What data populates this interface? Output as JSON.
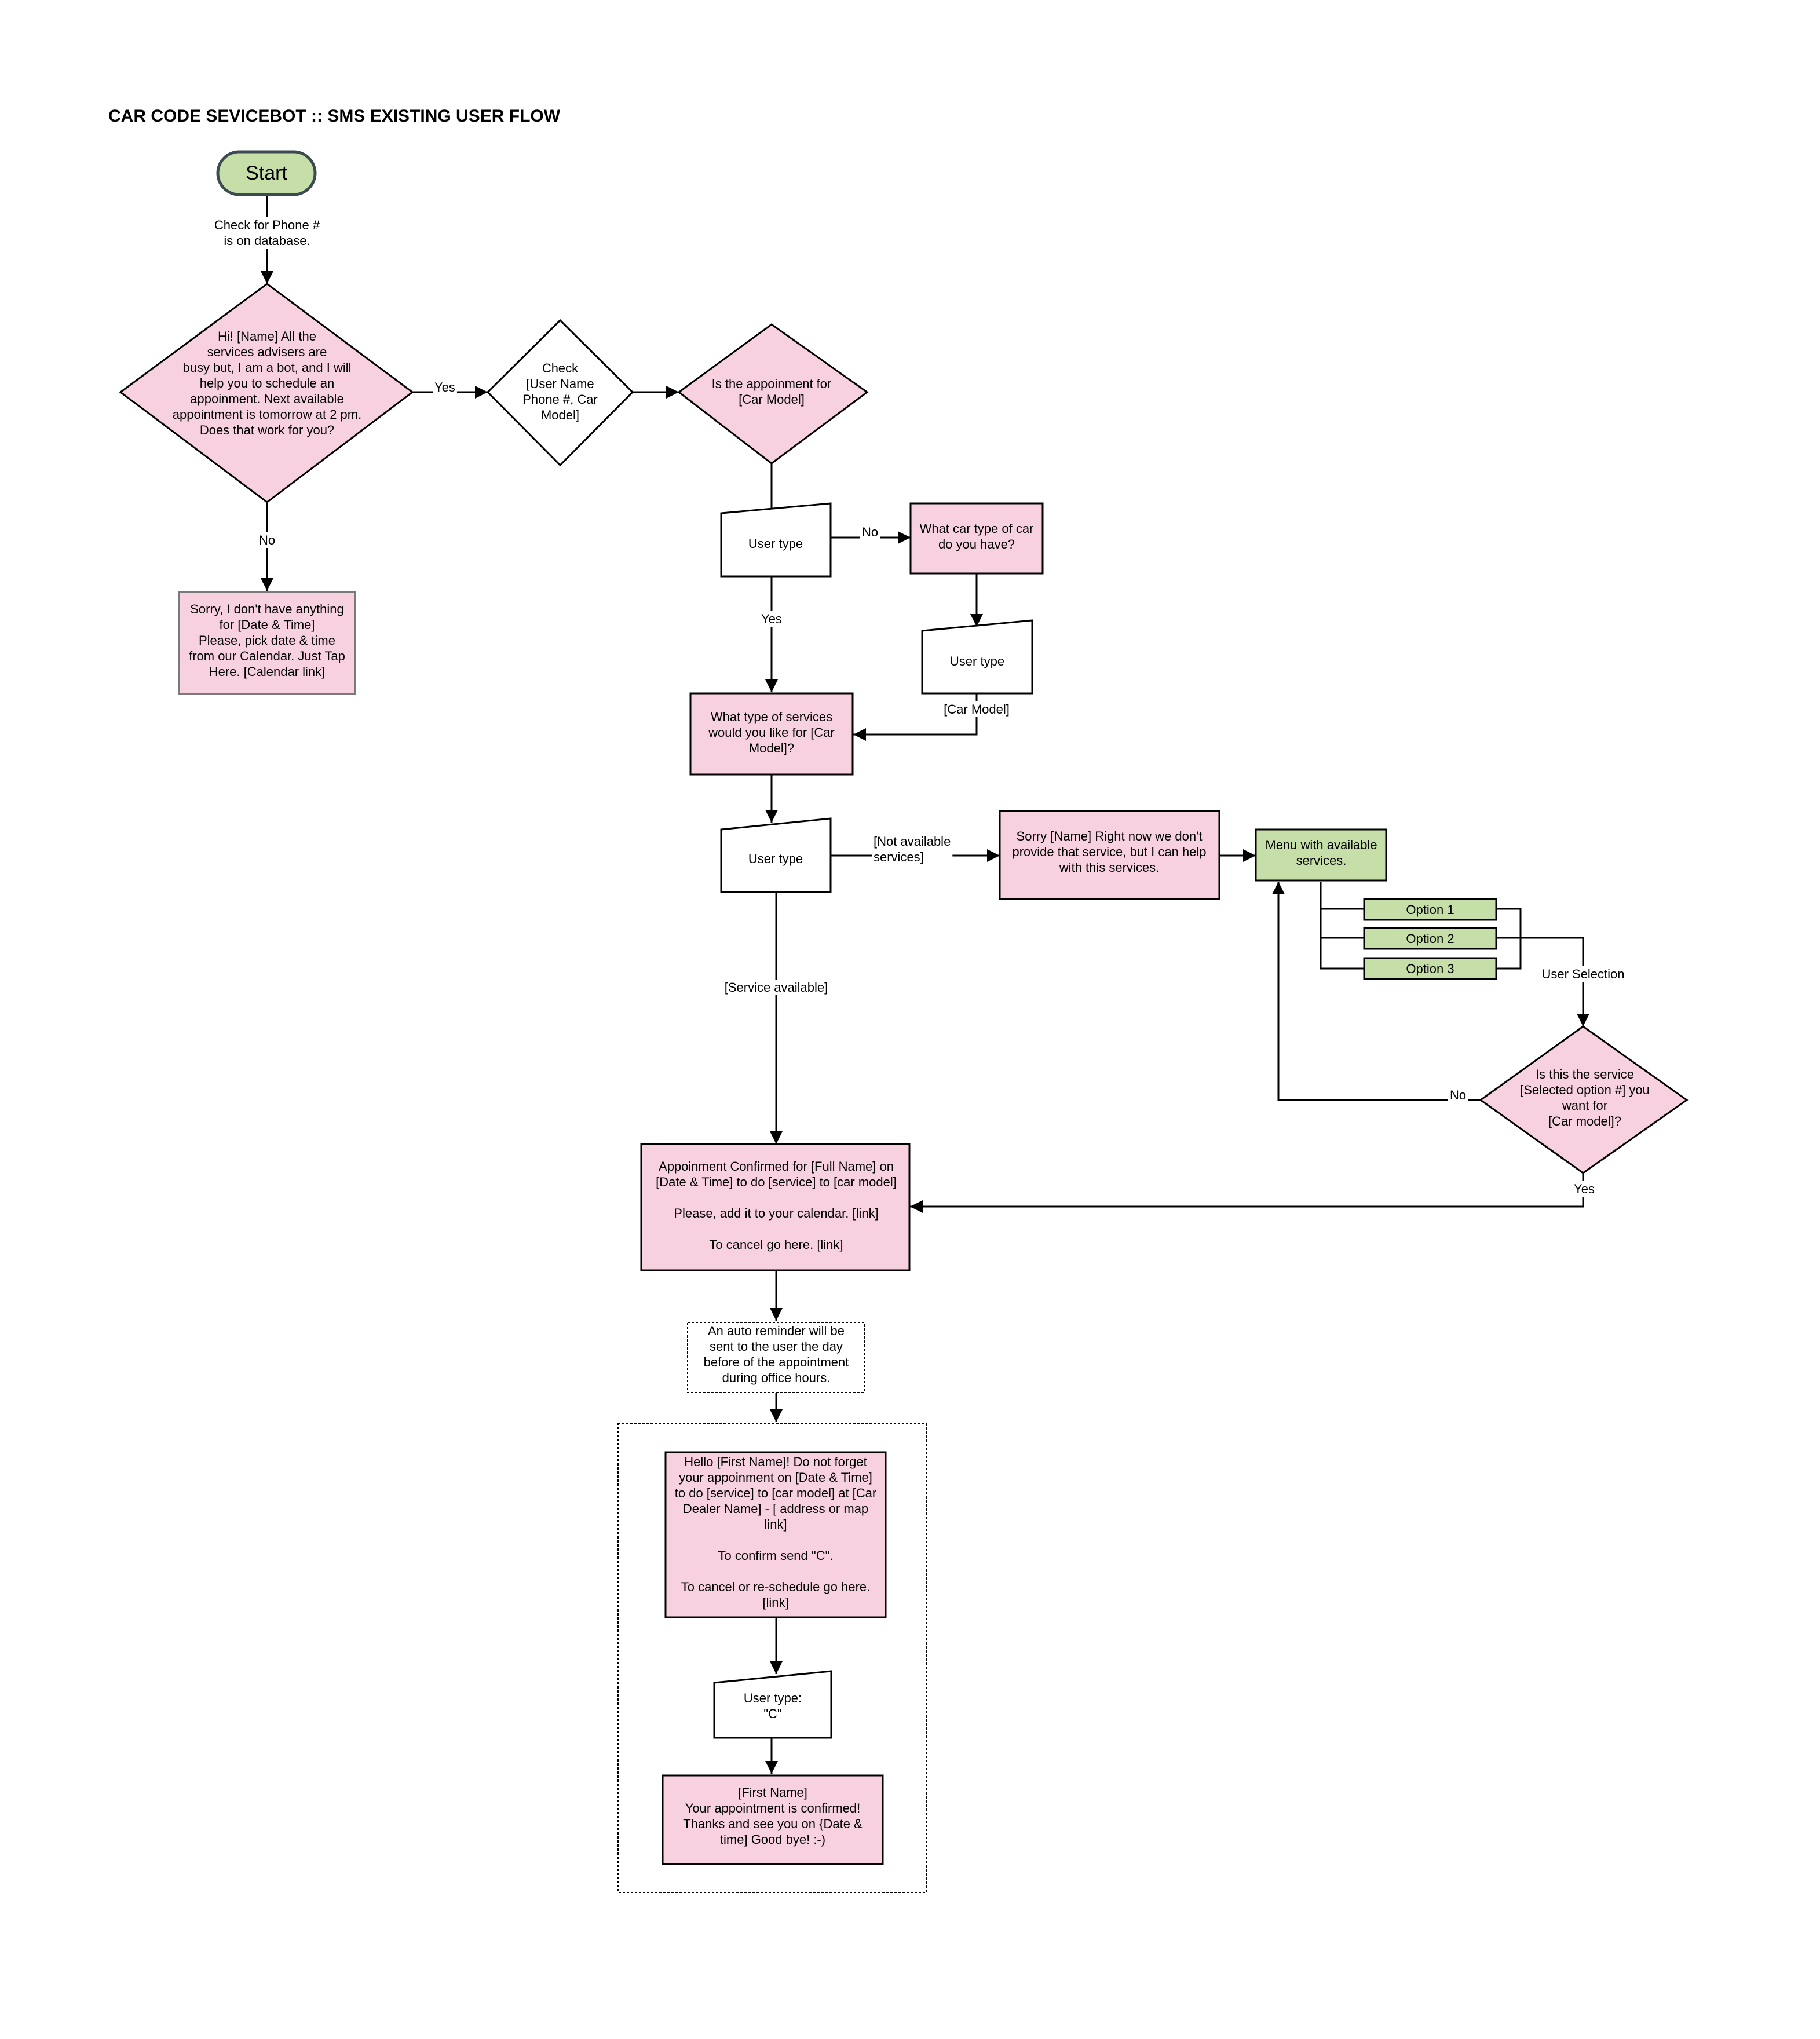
{
  "title": "CAR CODE SEVICEBOT :: SMS EXISTING USER FLOW",
  "colors": {
    "pink": "#f7d1e0",
    "green": "#c6dfa8",
    "white": "#ffffff",
    "stroke": "#000000"
  },
  "nodes": {
    "start": [
      "Start"
    ],
    "greeting": [
      "Hi! [Name] All the",
      "services advisers are",
      "busy but, I am a bot, and I will",
      "help you to schedule an",
      "appoinment. Next available",
      "appointment is tomorrow at 2 pm.",
      "Does that work for you?"
    ],
    "check_user": [
      "Check",
      "[User Name",
      "Phone #, Car",
      "Model]"
    ],
    "is_car_model": [
      "Is the appoinment for",
      "[Car Model]"
    ],
    "user_type_1": [
      "User type"
    ],
    "what_car": [
      "What car type of car",
      "do you have?"
    ],
    "user_type_2": [
      "User type"
    ],
    "sorry_no_time": [
      "Sorry, I don't have anything",
      "for [Date & Time]",
      "Please, pick date & time",
      "from our Calendar. Just Tap",
      "Here. [Calendar link]"
    ],
    "what_service": [
      "What type of services",
      "would you like for [Car",
      "Model]?"
    ],
    "user_type_3": [
      "User type"
    ],
    "sorry_no_service": [
      "Sorry [Name] Right now we don't",
      "provide that service, but I can help",
      "with this services."
    ],
    "menu": [
      "Menu with available",
      "services."
    ],
    "option1": [
      "Option 1"
    ],
    "option2": [
      "Option 2"
    ],
    "option3": [
      "Option 3"
    ],
    "is_this_service": [
      "Is this the service",
      "[Selected option #] you",
      "want for",
      "[Car model]?"
    ],
    "confirmed": [
      "Appoinment Confirmed for [Full Name] on",
      "[Date & Time] to do [service] to [car model]",
      "",
      "Please, add it  to your calendar. [link]",
      "",
      "To cancel go here. [link]"
    ],
    "reminder_note": [
      "An auto reminder will be",
      "sent to the user the day",
      "before of the appointment",
      "during office hours."
    ],
    "hello_reminder": [
      "Hello [First Name]! Do not forget",
      "your appoinment on [Date & Time]",
      "to do [service] to [car model] at [Car",
      "Dealer Name] - [ address or map",
      "link]",
      "",
      "To confirm send \"C\".",
      "",
      "To cancel or re-schedule go here.",
      "[link]"
    ],
    "user_type_c": [
      "User type:",
      "\"C\""
    ],
    "final_confirm": [
      "[First Name]",
      "Your appointment is confirmed!",
      "Thanks and see you on {Date &",
      "time] Good bye! :-)"
    ]
  },
  "edge_labels": {
    "check_phone": [
      "Check for Phone #",
      "is on database."
    ],
    "yes_1": [
      "Yes"
    ],
    "no_1": [
      "No"
    ],
    "no_2": [
      "No"
    ],
    "yes_2": [
      "Yes"
    ],
    "car_model": [
      "[Car Model]"
    ],
    "not_available": [
      "[Not available",
      "services]"
    ],
    "service_available": [
      "[Service available]"
    ],
    "user_selection": [
      "User Selection"
    ],
    "no_3": [
      "No"
    ],
    "yes_3": [
      "Yes"
    ]
  }
}
